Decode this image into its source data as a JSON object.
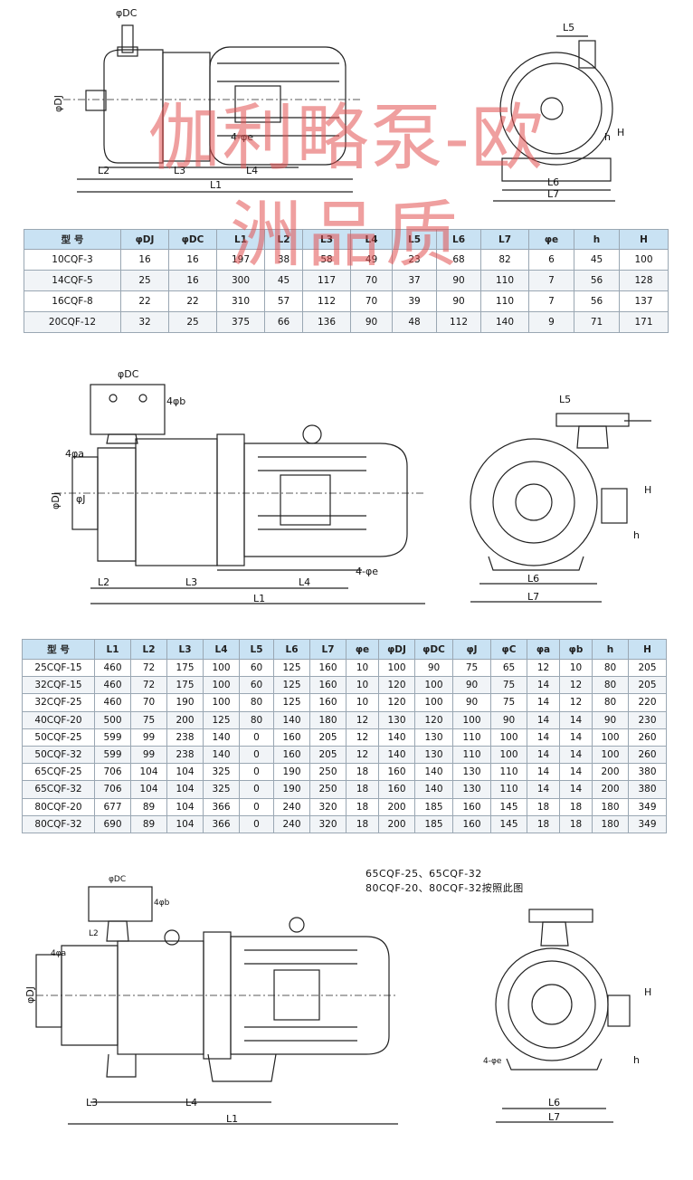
{
  "watermark": {
    "line1": "伽利略泵-欧",
    "line2": "洲品质"
  },
  "drawing1": {
    "labels": {
      "dc": "φDC",
      "dj": "φDJ",
      "l2": "L2",
      "l3": "L3",
      "l4": "L4",
      "l1": "L1",
      "hole": "4-φe",
      "l5": "L5",
      "l6": "L6",
      "l7": "L7",
      "h": "h",
      "H": "H"
    }
  },
  "table1": {
    "headers": [
      "型 号",
      "φDJ",
      "φDC",
      "L1",
      "L2",
      "L3",
      "L4",
      "L5",
      "L6",
      "L7",
      "φe",
      "h",
      "H"
    ],
    "rows": [
      [
        "10CQF-3",
        "16",
        "16",
        "197",
        "38",
        "58",
        "49",
        "23",
        "68",
        "82",
        "6",
        "45",
        "100"
      ],
      [
        "14CQF-5",
        "25",
        "16",
        "300",
        "45",
        "117",
        "70",
        "37",
        "90",
        "110",
        "7",
        "56",
        "128"
      ],
      [
        "16CQF-8",
        "22",
        "22",
        "310",
        "57",
        "112",
        "70",
        "39",
        "90",
        "110",
        "7",
        "56",
        "137"
      ],
      [
        "20CQF-12",
        "32",
        "25",
        "375",
        "66",
        "136",
        "90",
        "48",
        "112",
        "140",
        "9",
        "71",
        "171"
      ]
    ]
  },
  "drawing2": {
    "labels": {
      "dc": "φDC",
      "b": "4φb",
      "a": "4φa",
      "j": "φJ",
      "dj": "φDJ",
      "l2": "L2",
      "l3": "L3",
      "l4": "L4",
      "l1": "L1",
      "hole": "4-φe",
      "l5": "L5",
      "l6": "L6",
      "l7": "L7",
      "h": "h",
      "H": "H"
    }
  },
  "table2": {
    "headers": [
      "型 号",
      "L1",
      "L2",
      "L3",
      "L4",
      "L5",
      "L6",
      "L7",
      "φe",
      "φDJ",
      "φDC",
      "φJ",
      "φC",
      "φa",
      "φb",
      "h",
      "H"
    ],
    "rows": [
      [
        "25CQF-15",
        "460",
        "72",
        "175",
        "100",
        "60",
        "125",
        "160",
        "10",
        "100",
        "90",
        "75",
        "65",
        "12",
        "10",
        "80",
        "205"
      ],
      [
        "32CQF-15",
        "460",
        "72",
        "175",
        "100",
        "60",
        "125",
        "160",
        "10",
        "120",
        "100",
        "90",
        "75",
        "14",
        "12",
        "80",
        "205"
      ],
      [
        "32CQF-25",
        "460",
        "70",
        "190",
        "100",
        "80",
        "125",
        "160",
        "10",
        "120",
        "100",
        "90",
        "75",
        "14",
        "12",
        "80",
        "220"
      ],
      [
        "40CQF-20",
        "500",
        "75",
        "200",
        "125",
        "80",
        "140",
        "180",
        "12",
        "130",
        "120",
        "100",
        "90",
        "14",
        "14",
        "90",
        "230"
      ],
      [
        "50CQF-25",
        "599",
        "99",
        "238",
        "140",
        "0",
        "160",
        "205",
        "12",
        "140",
        "130",
        "110",
        "100",
        "14",
        "14",
        "100",
        "260"
      ],
      [
        "50CQF-32",
        "599",
        "99",
        "238",
        "140",
        "0",
        "160",
        "205",
        "12",
        "140",
        "130",
        "110",
        "100",
        "14",
        "14",
        "100",
        "260"
      ],
      [
        "65CQF-25",
        "706",
        "104",
        "104",
        "325",
        "0",
        "190",
        "250",
        "18",
        "160",
        "140",
        "130",
        "110",
        "14",
        "14",
        "200",
        "380"
      ],
      [
        "65CQF-32",
        "706",
        "104",
        "104",
        "325",
        "0",
        "190",
        "250",
        "18",
        "160",
        "140",
        "130",
        "110",
        "14",
        "14",
        "200",
        "380"
      ],
      [
        "80CQF-20",
        "677",
        "89",
        "104",
        "366",
        "0",
        "240",
        "320",
        "18",
        "200",
        "185",
        "160",
        "145",
        "18",
        "18",
        "180",
        "349"
      ],
      [
        "80CQF-32",
        "690",
        "89",
        "104",
        "366",
        "0",
        "240",
        "320",
        "18",
        "200",
        "185",
        "160",
        "145",
        "18",
        "18",
        "180",
        "349"
      ]
    ]
  },
  "note": {
    "line1": "65CQF-25、65CQF-32",
    "line2": "80CQF-20、80CQF-32按照此图"
  },
  "drawing3": {
    "labels": {
      "dc": "φDC",
      "b": "4φb",
      "a": "4φa",
      "dj": "φDJ",
      "l2": "L2",
      "l3": "L3",
      "l4": "L4",
      "l1": "L1",
      "hole": "4-φe",
      "l6": "L6",
      "l7": "L7",
      "h": "h",
      "H": "H"
    }
  }
}
